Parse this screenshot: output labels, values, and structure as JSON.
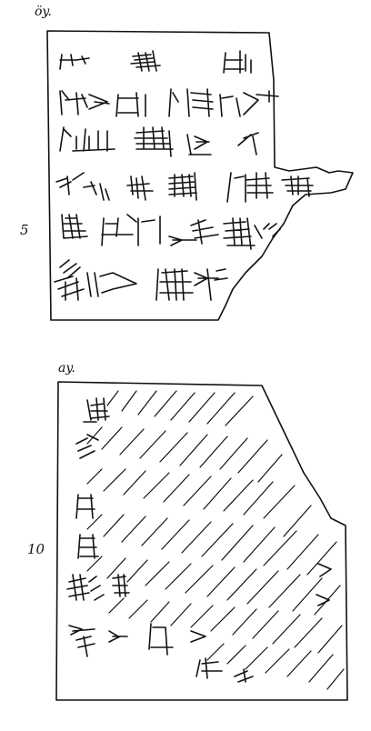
{
  "obverse": {
    "label": "öy.",
    "line_number": "5"
  },
  "reverse": {
    "label": "ay.",
    "line_number": "10"
  }
}
